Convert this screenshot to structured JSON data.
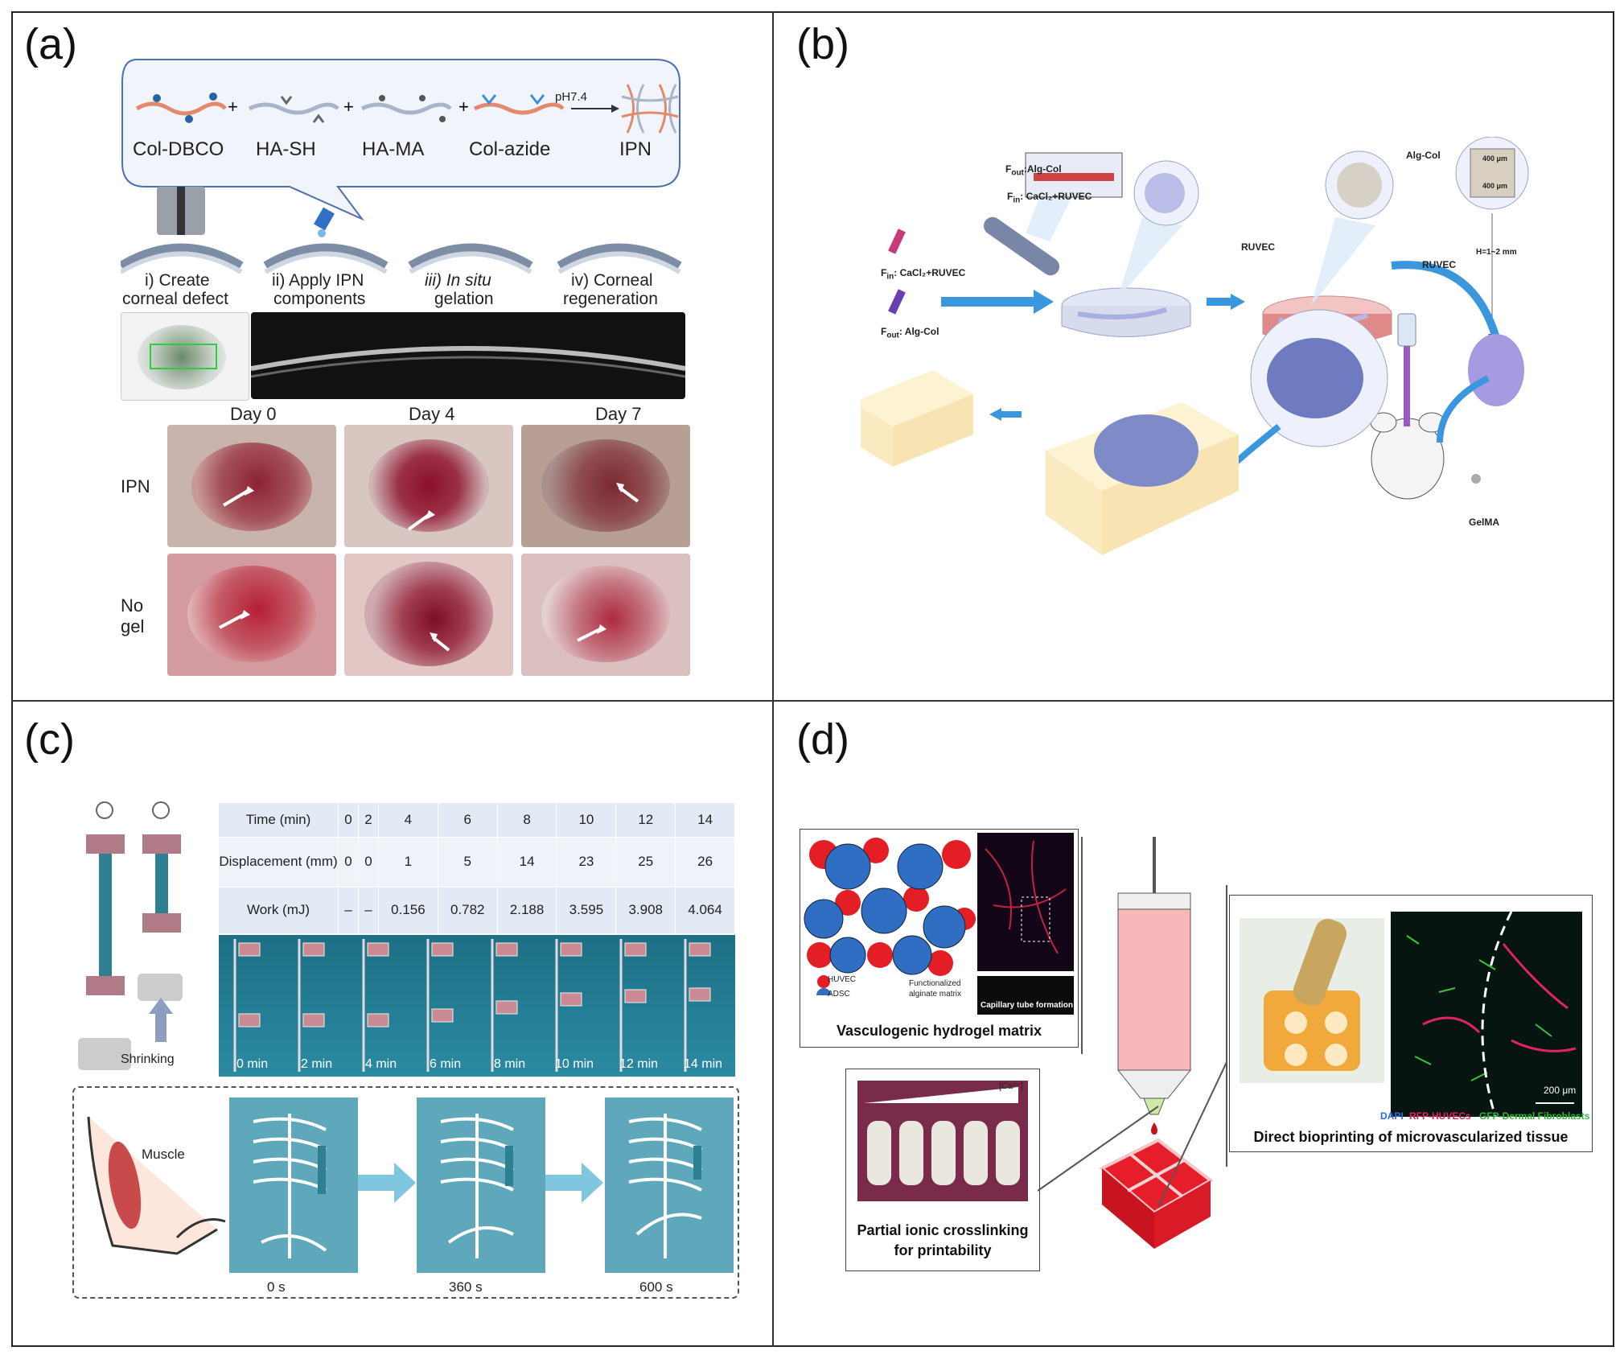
{
  "panels": {
    "a": {
      "label": "(a)",
      "reagents": [
        "Col-DBCO",
        "HA-SH",
        "HA-MA",
        "Col-azide"
      ],
      "product": "IPN",
      "condition": "pH7.4",
      "steps": [
        {
          "line1": "i) Create",
          "line2": "corneal defect"
        },
        {
          "line1": "ii) Apply IPN",
          "line2": "components"
        },
        {
          "line1": "iii) In situ",
          "line2": "gelation"
        },
        {
          "line1": "iv) Corneal",
          "line2": "regeneration"
        }
      ],
      "days": [
        "Day 0",
        "Day 4",
        "Day 7"
      ],
      "rows": [
        {
          "line1": "IPN",
          "line2": ""
        },
        {
          "line1": "No",
          "line2": "gel"
        }
      ]
    },
    "b": {
      "label": "(b)",
      "fin": "F",
      "fin_sub": "in",
      "fin_label": ": CaCl₂+RUVEC",
      "fout": "F",
      "fout_sub": "out",
      "fout_label": ": Alg-Col",
      "inset_fout": ":Alg-Col",
      "inset_fin": ": CaCl₂+RUVEC",
      "ruvec1": "RUVEC",
      "alg_col": "Alg-Col",
      "ruvec2": "RUVEC",
      "dim1": "400 μm",
      "dim2": "400 μm",
      "dim3": "H=1~2 mm",
      "gelma": "GelMA"
    },
    "c": {
      "label": "(c)",
      "table_rows": [
        {
          "head": "Time (min)",
          "cells": [
            "0",
            "2",
            "4",
            "6",
            "8",
            "10",
            "12",
            "14"
          ]
        },
        {
          "head": "Displacement (mm)",
          "cells": [
            "0",
            "0",
            "1",
            "5",
            "14",
            "23",
            "25",
            "26"
          ]
        },
        {
          "head": "Work (mJ)",
          "cells": [
            "–",
            "–",
            "0.156",
            "0.782",
            "2.188",
            "3.595",
            "3.908",
            "4.064"
          ]
        }
      ],
      "frame_times": [
        "0 min",
        "2 min",
        "4 min",
        "6 min",
        "8 min",
        "10 min",
        "12 min",
        "14 min"
      ],
      "shrinking": "Shrinking",
      "muscle": "Muscle",
      "skeleton_times": [
        "0 s",
        "360 s",
        "600 s"
      ]
    },
    "d": {
      "label": "(d)",
      "legend_huvec": "HUVEC",
      "legend_adsc": "ADSC",
      "legend_matrix_1": "Functionalized",
      "legend_matrix_2": "alginate matrix",
      "capillary": "Capillary tube formation",
      "matrix_caption": "Vasculogenic hydrogel matrix",
      "ca_label": "[Ca²⁺]",
      "crosslink_caption_1": "Partial ionic crosslinking",
      "crosslink_caption_2": "for printability",
      "scale": "200 μm",
      "stain_dapi": "DAPI",
      "stain_rfp": "RFP-HUVECs",
      "stain_gfp": "GFP-Dermal Fibroblasts",
      "tissue_caption": "Direct bioprinting of microvascularized tissue"
    }
  }
}
